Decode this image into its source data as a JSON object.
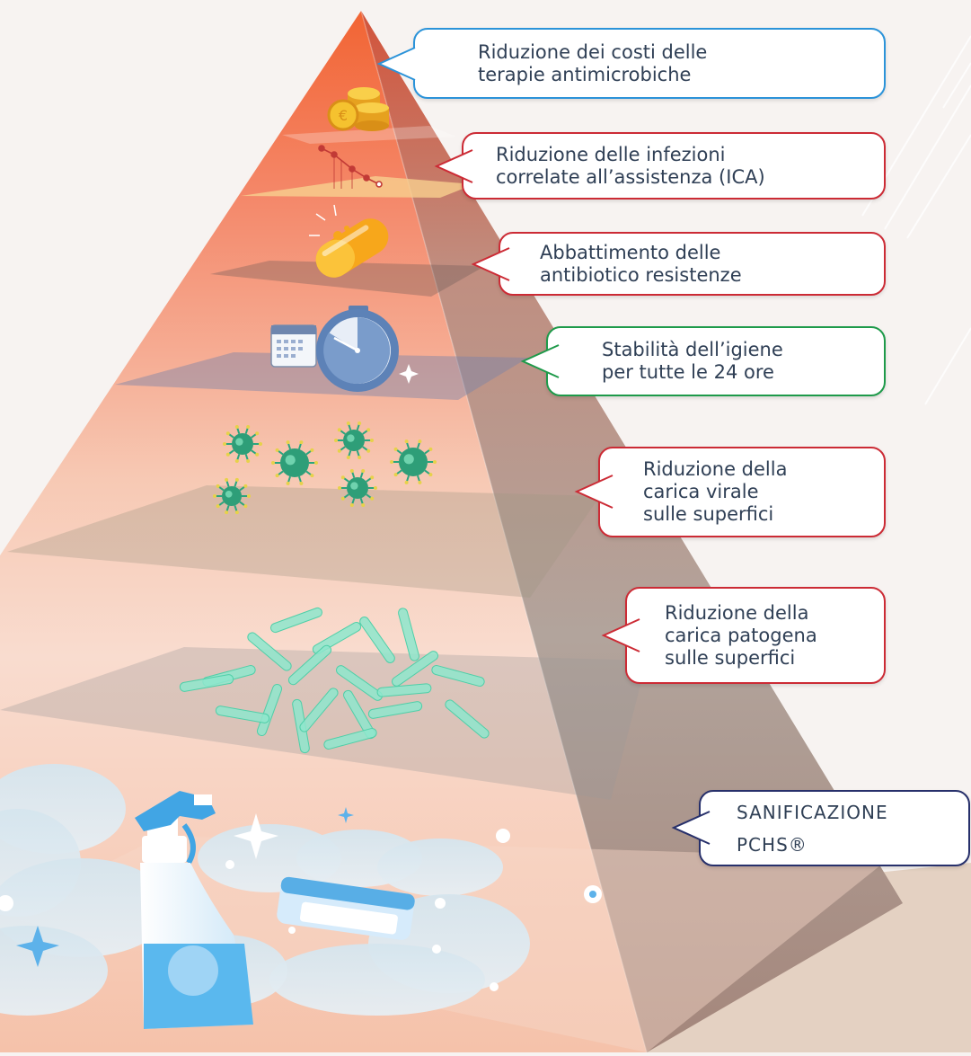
{
  "layers": [
    {
      "id": "costs",
      "lines": [
        "Riduzione dei costi delle",
        "terapie antimicrobiche"
      ],
      "icon": "coins-icon",
      "border": "#2b93d9"
    },
    {
      "id": "ica",
      "lines": [
        "Riduzione delle infezioni",
        "correlate all’assistenza (ICA)"
      ],
      "icon": "trend-chart-icon",
      "border": "#cc2b35"
    },
    {
      "id": "antibiotic",
      "lines": [
        "Abbattimento delle",
        "antibiotico resistenze"
      ],
      "icon": "capsule-icon",
      "border": "#cc2b35"
    },
    {
      "id": "hygiene",
      "lines": [
        "Stabilità dell’igiene",
        "per tutte le 24 ore"
      ],
      "icon": "stopwatch-calendar-icon",
      "border": "#1e9a4a"
    },
    {
      "id": "viral",
      "lines": [
        "Riduzione della",
        "carica virale",
        "sulle superfici"
      ],
      "icon": "virus-icon",
      "border": "#cc2b35"
    },
    {
      "id": "pathogen",
      "lines": [
        "Riduzione della",
        "carica patogena",
        "sulle superfici"
      ],
      "icon": "bacteria-icon",
      "border": "#cc2b35"
    },
    {
      "id": "base",
      "lines": [
        "SANIFICAZIONE",
        "PCHS®"
      ],
      "icon": "spray-bottle-icon",
      "border": "#27306b"
    }
  ],
  "colors": {
    "background": "#f7f3f1",
    "floor": "#ecdccd",
    "apex": "#f06a3b",
    "base": "#f7c9b5",
    "right_face": "#9f8d86"
  }
}
